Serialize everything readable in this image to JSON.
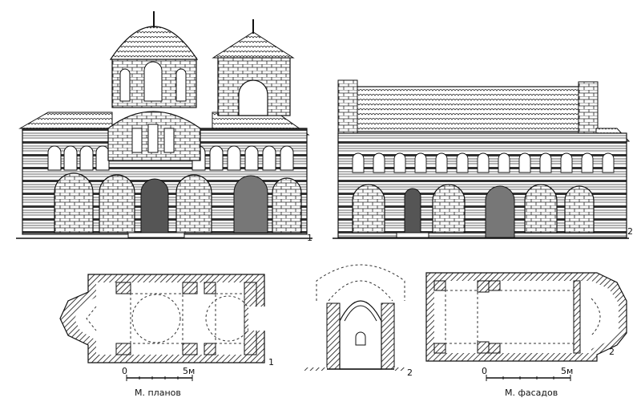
{
  "labels": {
    "facade_west": "1",
    "facade_south": "2",
    "plan_1": "1",
    "section_2": "2",
    "plan_2": "2"
  },
  "scales": {
    "plans": {
      "zero": "0",
      "end": "5м",
      "caption": "М. планов"
    },
    "facades": {
      "zero": "0",
      "end": "5м",
      "caption": "М. фасадов"
    }
  }
}
